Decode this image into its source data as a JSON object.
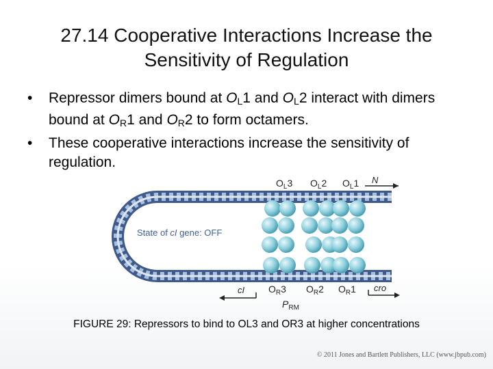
{
  "slide": {
    "title_line1": "27.14  Cooperative Interactions Increase the",
    "title_line2": "Sensitivity of Regulation"
  },
  "bullets": [
    {
      "p1": "Repressor dimers bound at ",
      "o1": "O",
      "s1": "L",
      "n1": "1 and ",
      "o2": "O",
      "s2": "L",
      "n2": "2 interact with dimers bound at ",
      "o3": "O",
      "s3": "R",
      "n3": "1 and ",
      "o4": "O",
      "s4": "R",
      "n4": "2 to form octamers."
    },
    {
      "text": "These cooperative interactions increase the sensitivity of regulation."
    }
  ],
  "diagram": {
    "top_labels": [
      {
        "o": "O",
        "sub": "L",
        "num": "3"
      },
      {
        "o": "O",
        "sub": "L",
        "num": "2"
      },
      {
        "o": "O",
        "sub": "L",
        "num": "1"
      }
    ],
    "top_arrow_label": "N",
    "state_prefix": "State of ",
    "state_gene": "cI",
    "state_suffix": " gene: OFF",
    "bottom_labels": [
      {
        "o": "O",
        "sub": "R",
        "num": "3"
      },
      {
        "o": "O",
        "sub": "R",
        "num": "2"
      },
      {
        "o": "O",
        "sub": "R",
        "num": "1"
      }
    ],
    "promoter": {
      "p": "P",
      "sub": "RM"
    },
    "left_arrow_label": "cI",
    "right_arrow_label": "cro",
    "colors": {
      "dna_outer": "#3f5a8a",
      "dna_inner": "#9fb8d8",
      "repressor": "#8fd0dd",
      "text_blue": "#3e5f97"
    }
  },
  "caption": "FIGURE 29: Repressors to bind to OL3 and OR3 at higher concentrations",
  "copyright": "© 2011 Jones and Bartlett Publishers, LLC (www.jbpub.com)"
}
